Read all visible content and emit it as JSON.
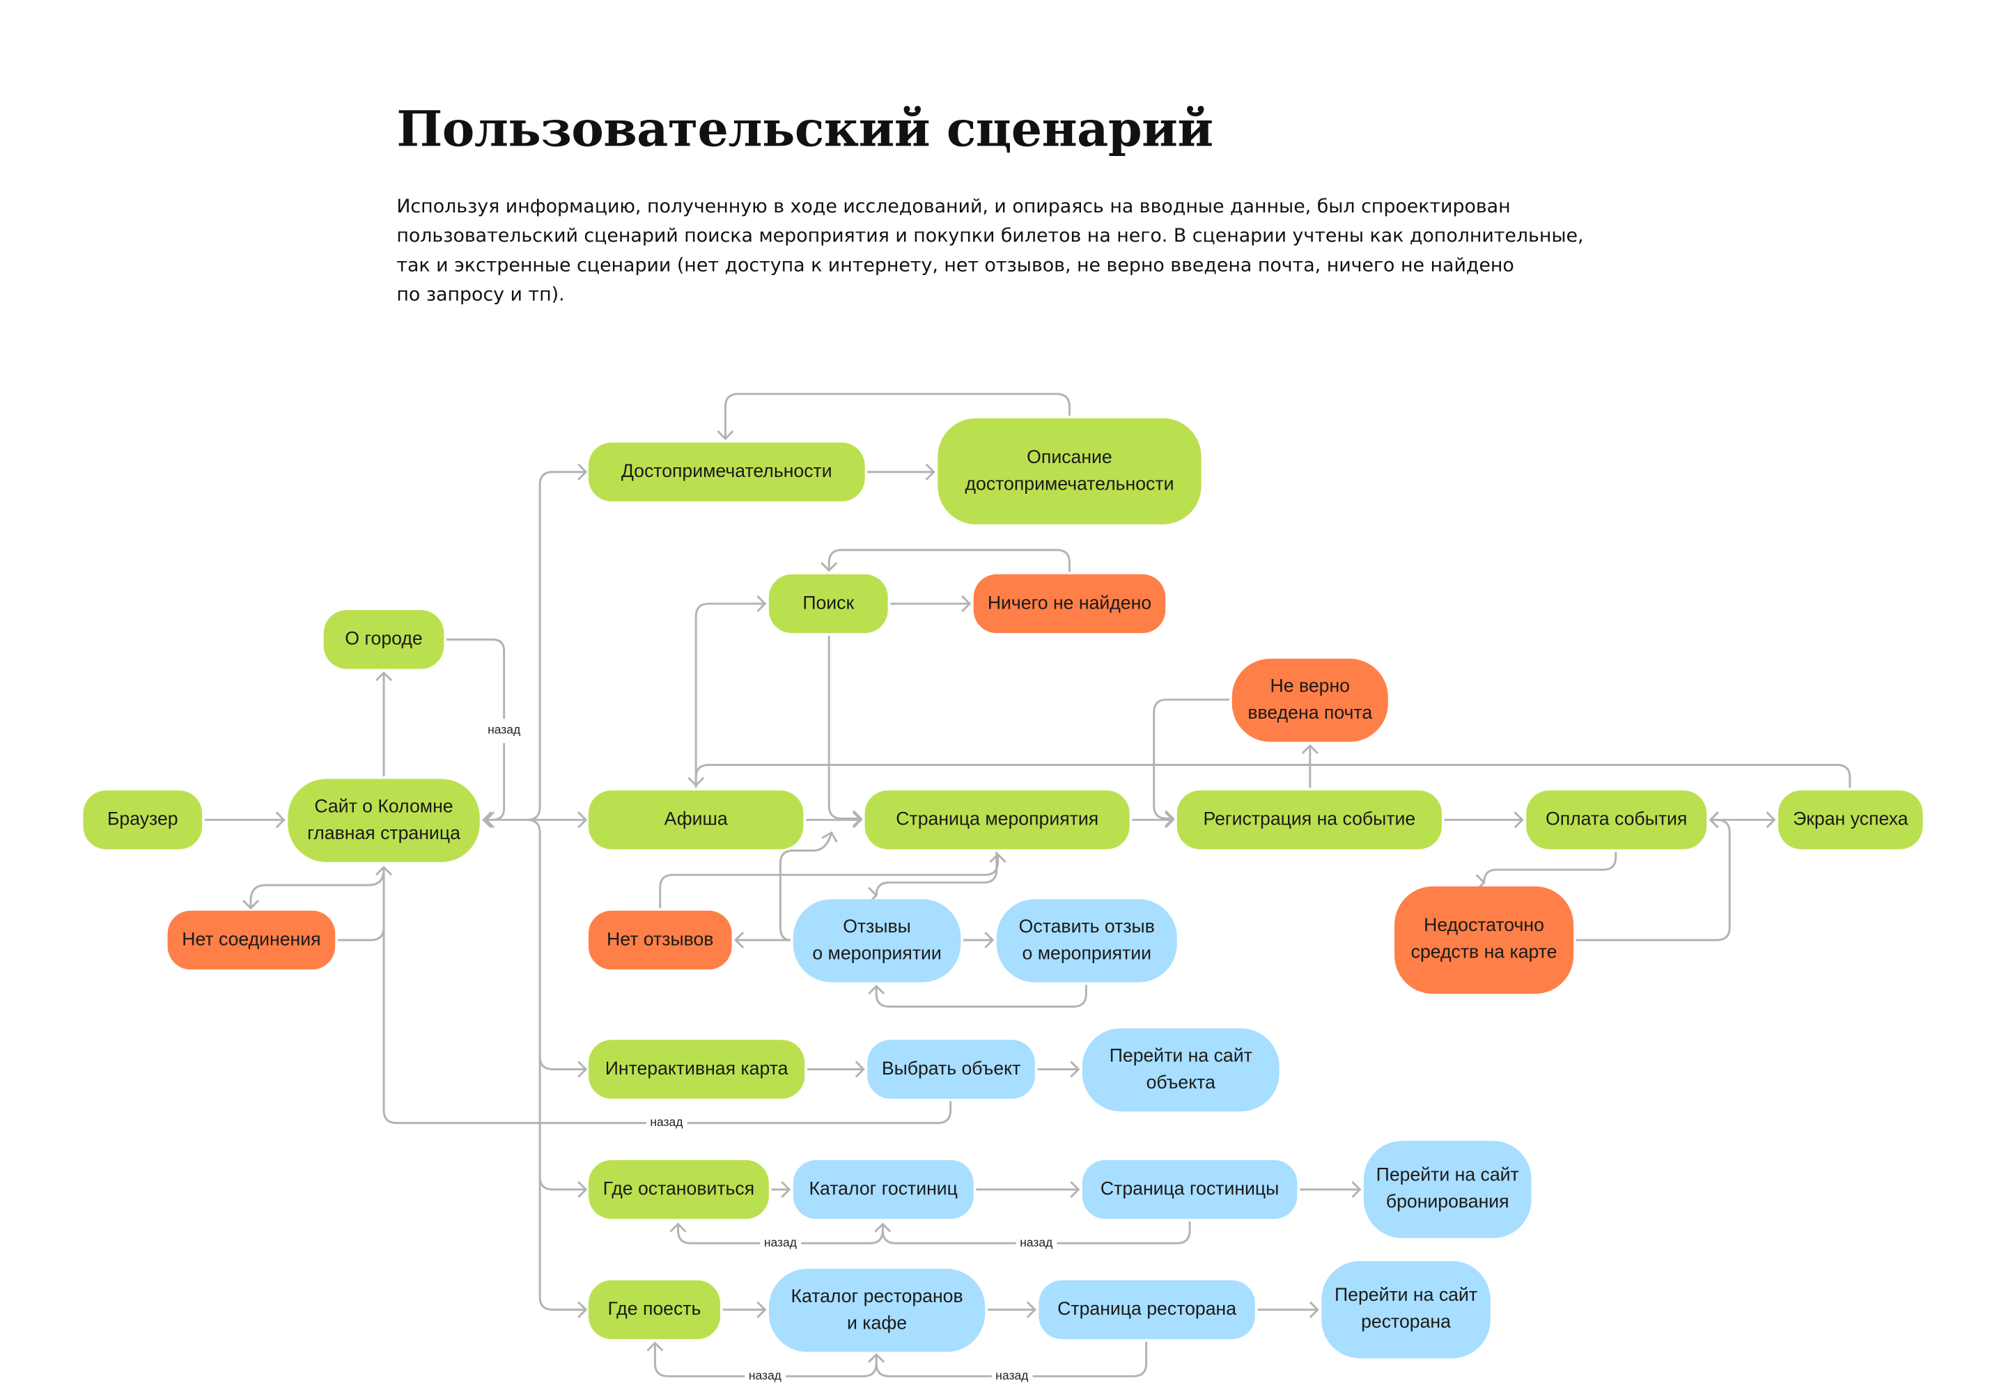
{
  "title": "Пользовательский сценарий",
  "intro_lines": [
    "Используя информацию, полученную в ходе исследований, и опираясь на вводные данные, был спроектирован",
    "пользовательский сценарий поиска мероприятия и покупки билетов на него. В сценарии учтены как дополнительные,",
    "так и экстренные сценарии (нет доступа к интернету, нет отзывов, не верно введена почта, ничего не найдено",
    "по запросу и тп)."
  ],
  "colors": {
    "main": "#bbe04f",
    "error": "#ff7f48",
    "secondary": "#a8deff",
    "line": "#b3b3b3"
  },
  "back_label": "назад",
  "nodes": {
    "sights": "Достопримечательности",
    "sight_desc": "Описание\nдостопримечательности",
    "search": "Поиск",
    "not_found": "Ничего не найдено",
    "about_city": "О городе",
    "wrong_email": "Не верно\nвведена почта",
    "browser": "Браузер",
    "home": "Сайт о Коломне\nглавная страница",
    "afisha": "Афиша",
    "event_page": "Страница мероприятия",
    "registration": "Регистрация на событие",
    "payment": "Оплата события",
    "success": "Экран успеха",
    "no_connection": "Нет соединения",
    "no_reviews": "Нет отзывов",
    "reviews": "Отзывы\nо мероприятии",
    "leave_review": "Оставить отзыв\nо мероприятии",
    "no_funds": "Недостаточно\nсредств на карте",
    "map": "Интерактивная карта",
    "choose_object": "Выбрать объект",
    "object_site": "Перейти на сайт\nобъекта",
    "stay": "Где остановиться",
    "hotel_catalog": "Каталог гостиниц",
    "hotel_page": "Страница гостиницы",
    "booking_site": "Перейти на сайт\nбронирования",
    "eat": "Где поесть",
    "rest_catalog": "Каталог ресторанов\nи кафе",
    "rest_page": "Страница ресторана",
    "rest_site": "Перейти на сайт\nресторана"
  }
}
